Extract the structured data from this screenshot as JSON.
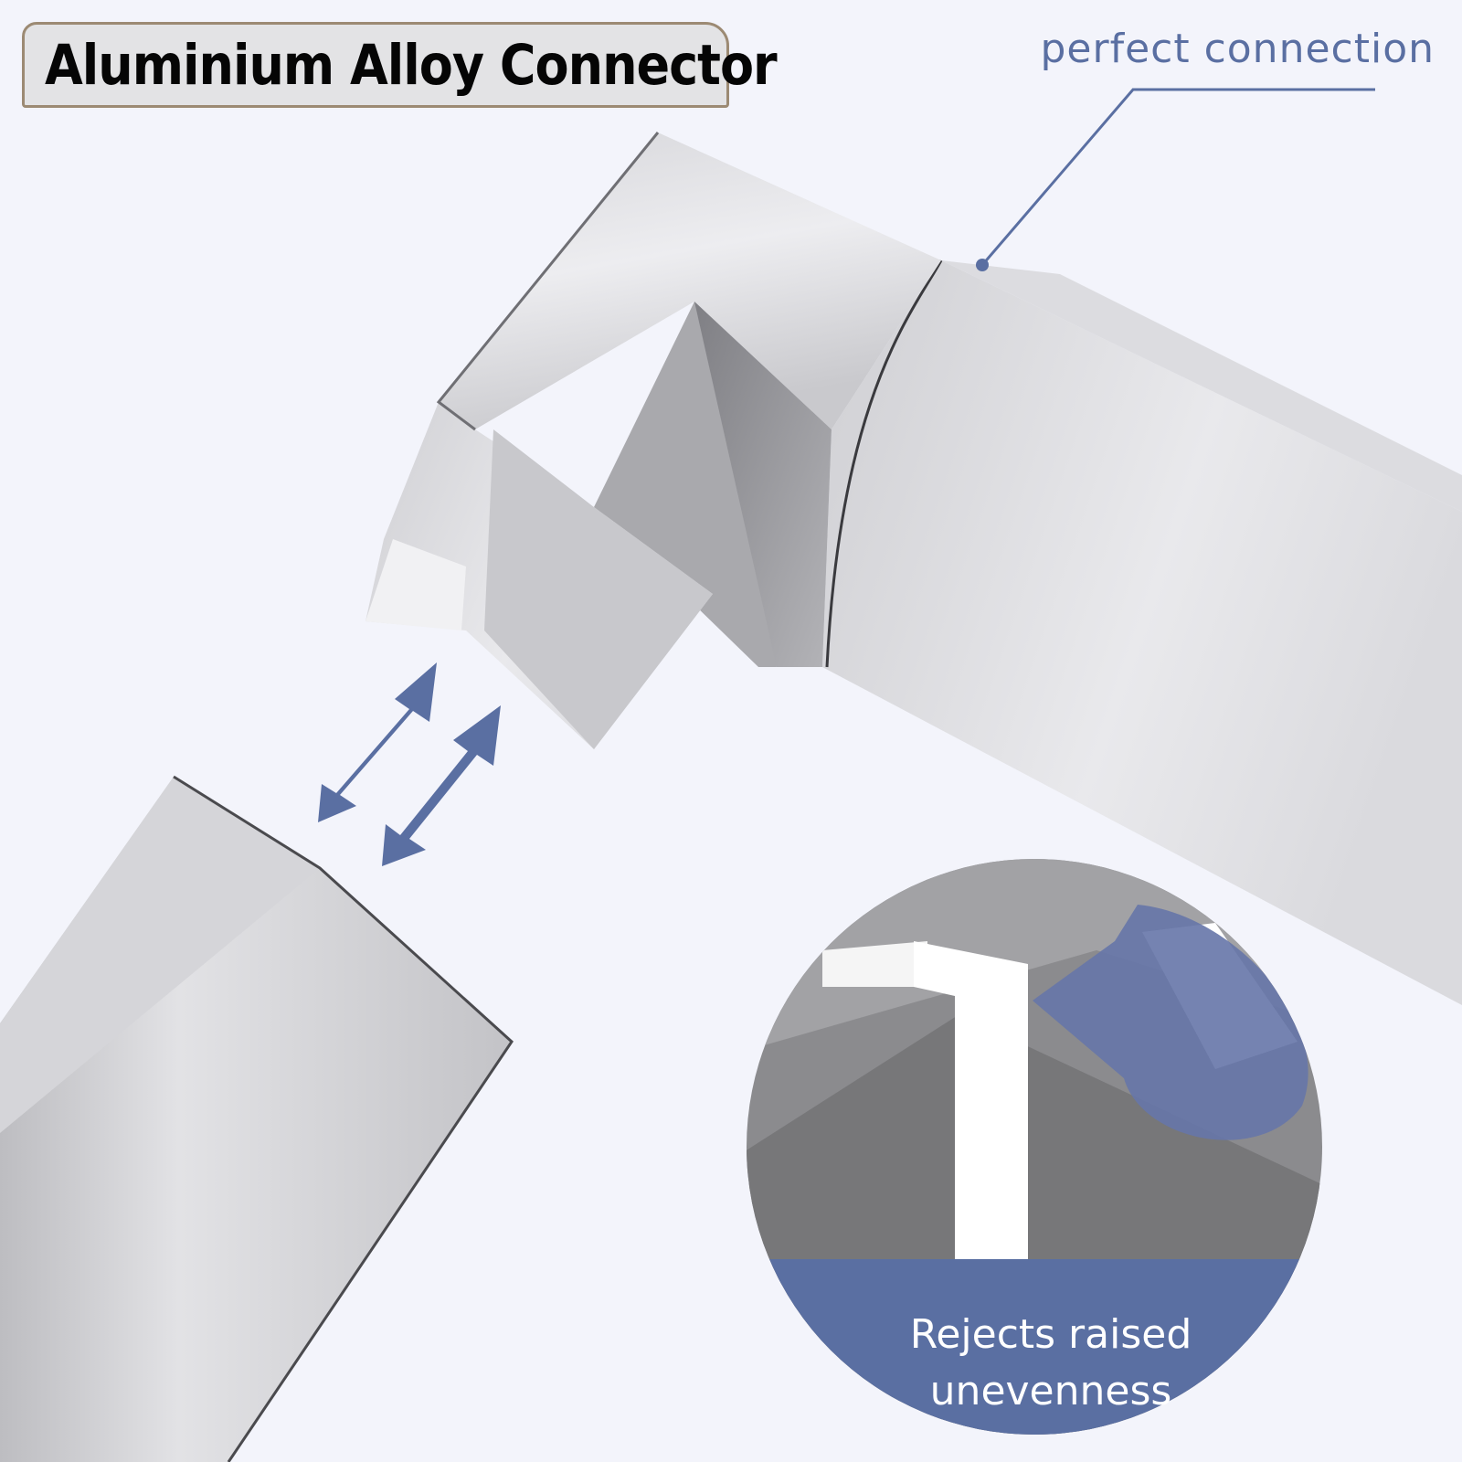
{
  "header": {
    "title": "Aluminium Alloy Connector"
  },
  "callout": {
    "label": "perfect connection"
  },
  "inset": {
    "caption_line1": "Rejects raised",
    "caption_line2": "unevenness"
  },
  "colors": {
    "accent": "#5a6fa2",
    "background": "#f3f4fb",
    "badge_fill": "#e3e3e5",
    "badge_border": "#9c8a73",
    "metal_light": "#e6e6ea",
    "metal_dark": "#8a8a8e"
  },
  "icons": {
    "insert_arrows": "double-arrow-icon",
    "inset_arrow": "curved-arrow-icon"
  }
}
